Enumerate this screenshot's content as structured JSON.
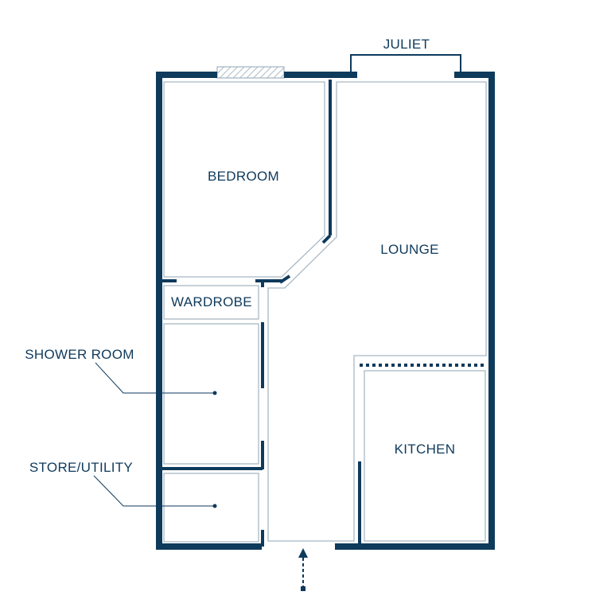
{
  "colors": {
    "wall": "#0e3a5c",
    "thin_line": "#a9b8c4",
    "text": "#0e3a5c",
    "background": "#ffffff"
  },
  "rooms": {
    "bedroom": "BEDROOM",
    "lounge": "LOUNGE",
    "wardrobe": "WARDROBE",
    "shower_room": "SHOWER ROOM",
    "store_utility": "STORE/UTILITY",
    "kitchen": "KITCHEN",
    "juliet": "JULIET"
  }
}
